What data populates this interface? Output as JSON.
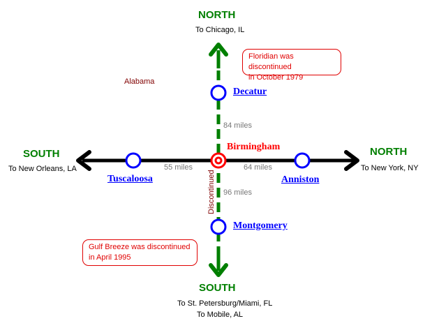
{
  "colors": {
    "conrail_line": "#000000",
    "discontinued_line": "#007f00",
    "station_ring": "#0000ff",
    "hub_ring": "#ff0000",
    "direction_label": "#007f00",
    "note_text": "#e00000"
  },
  "directions": {
    "top": {
      "label": "NORTH",
      "destination": "To Chicago, IL"
    },
    "bottom": {
      "label": "SOUTH",
      "destinations": [
        "To St. Petersburg/Miami, FL",
        "To Mobile, AL"
      ]
    },
    "left": {
      "label": "SOUTH",
      "destination": "To New Orleans, LA"
    },
    "right": {
      "label": "NORTH",
      "destination": "To New York, NY"
    }
  },
  "hub": {
    "name": "Birmingham"
  },
  "stations": {
    "decatur": "Decatur",
    "tuscaloosa": "Tuscaloosa",
    "anniston": "Anniston",
    "montgomery": "Montgomery"
  },
  "distances": {
    "decatur": "84 miles",
    "tuscaloosa": "55 miles",
    "anniston": "64 miles",
    "montgomery": "96 miles"
  },
  "state_label": "Alabama",
  "line_label": "Discontinued",
  "notes": {
    "floridian": [
      "Floridian was discontinued",
      "in October 1979"
    ],
    "gulf_breeze": [
      "Gulf Breeze was discontinued",
      "in April 1995"
    ]
  }
}
